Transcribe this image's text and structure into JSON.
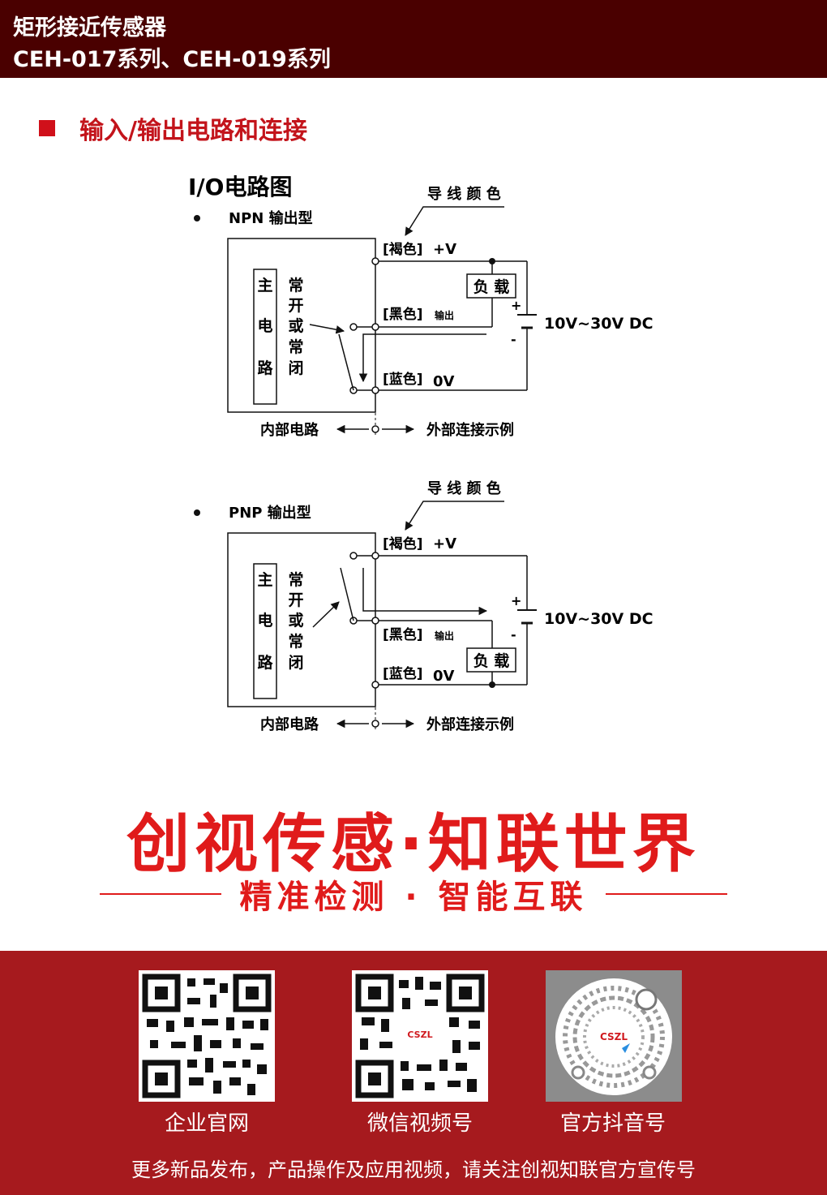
{
  "header": {
    "title_line1": "矩形接近传感器",
    "title_line2": "CEH-017系列、CEH-019系列"
  },
  "section": {
    "title": "输入/输出电路和连接"
  },
  "diagram": {
    "heading": "I/O电路图",
    "npn": {
      "label": "NPN 输出型",
      "wire_color_label": "导 线 颜 色",
      "brown": "[褐色]",
      "plus_v": "+V",
      "black": "[黑色]",
      "output": "输出",
      "blue": "[蓝色]",
      "zero_v": "0V",
      "load": "负 载",
      "supply": "10V~30V DC",
      "main_circuit": [
        "主",
        "电",
        "路"
      ],
      "switch_type": [
        "常",
        "开",
        "或",
        "常",
        "闭"
      ],
      "internal": "内部电路",
      "external": "外部连接示例"
    },
    "pnp": {
      "label": "PNP 输出型",
      "wire_color_label": "导 线 颜 色",
      "brown": "[褐色]",
      "plus_v": "+V",
      "black": "[黑色]",
      "output": "输出",
      "blue": "[蓝色]",
      "zero_v": "0V",
      "load": "负 载",
      "supply": "10V~30V DC",
      "main_circuit": [
        "主",
        "电",
        "路"
      ],
      "switch_type": [
        "常",
        "开",
        "或",
        "常",
        "闭"
      ],
      "internal": "内部电路",
      "external": "外部连接示例"
    },
    "plus_sign": "+",
    "minus_sign": "-"
  },
  "slogan": {
    "main": "创视传感·知联世界",
    "sub": "精准检测 · 智能互联"
  },
  "footer": {
    "qr_items": [
      {
        "label": "企业官网",
        "icon": "qr-code-icon"
      },
      {
        "label": "微信视频号",
        "icon": "qr-code-icon",
        "center_logo": "CSZL"
      },
      {
        "label": "官方抖音号",
        "icon": "douyin-code-icon",
        "center_logo": "CSZL"
      }
    ],
    "note": "更多新品发布，产品操作及应用视频，请关注创视知联官方宣传号"
  },
  "colors": {
    "header_bg": "#4a0000",
    "accent_red": "#c3141b",
    "footer_bg": "#a61a1e"
  }
}
